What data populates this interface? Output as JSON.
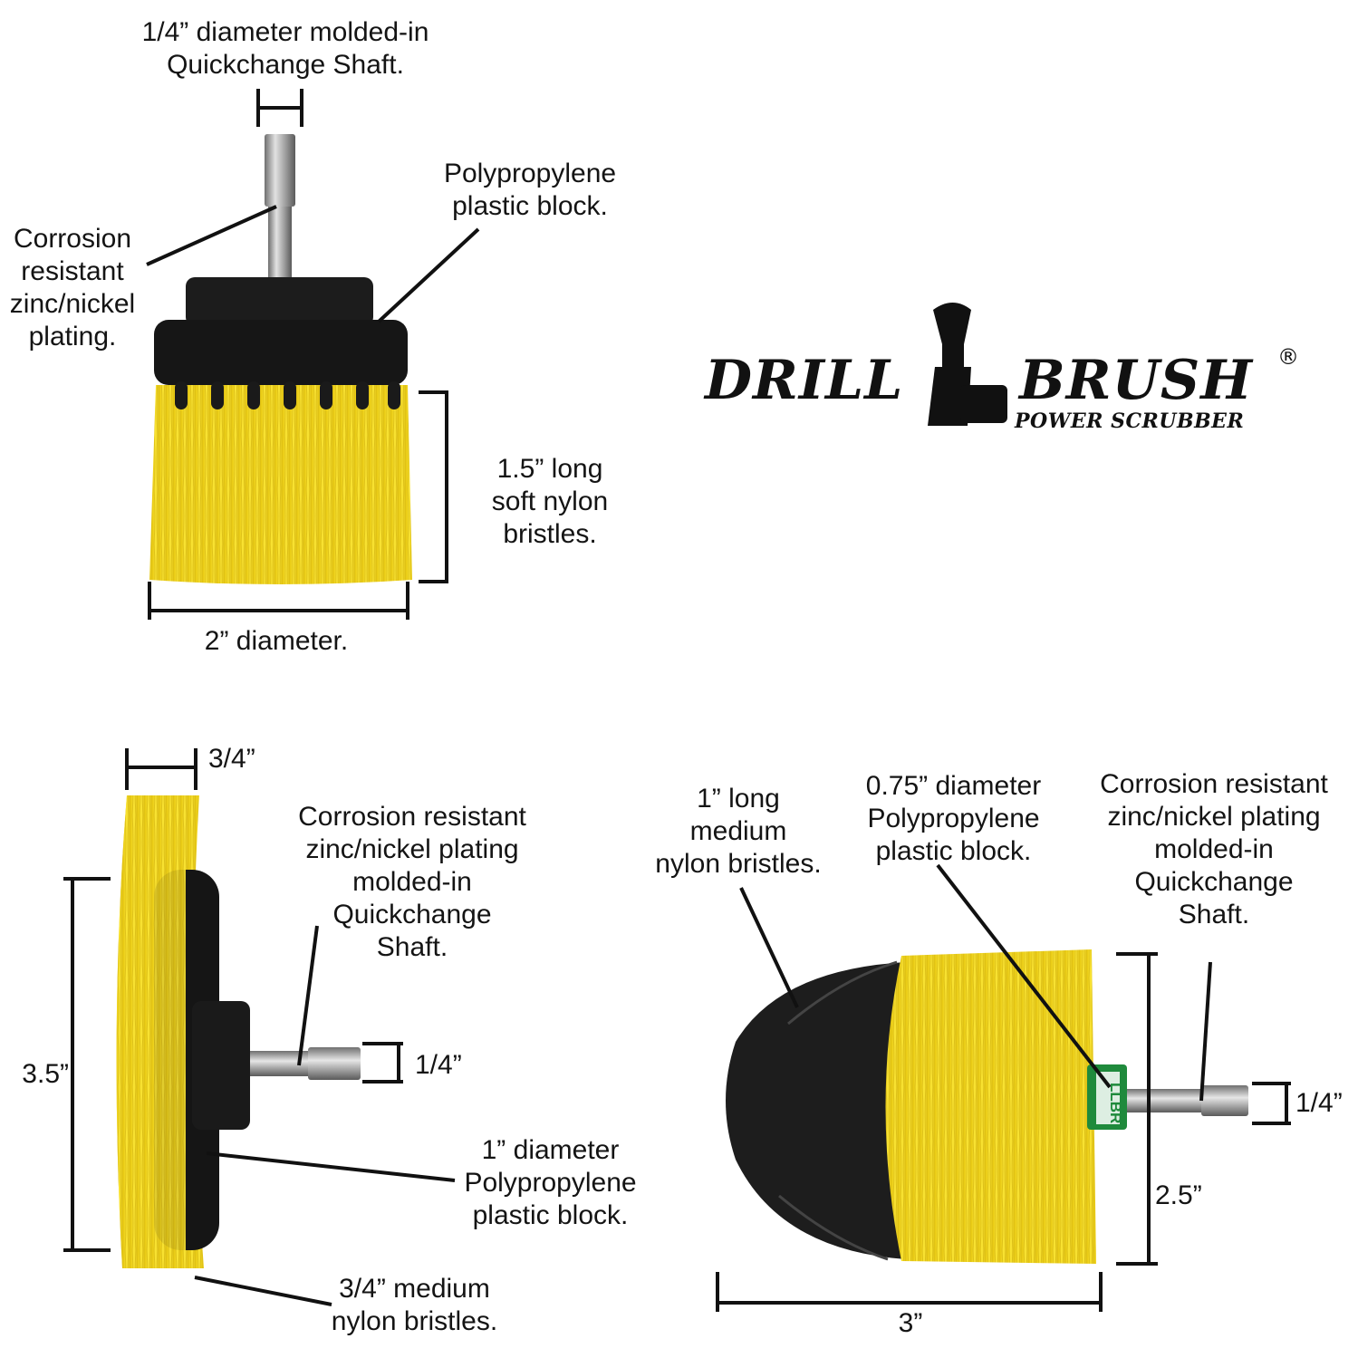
{
  "brand": {
    "word1": "DRILL",
    "word2": "BRUSH",
    "tagline": "POWER SCRUBBER",
    "registered": "®"
  },
  "brush_flat_2in": {
    "shaft_label": "1/4” diameter molded-in\nQuickchange Shaft.",
    "plating_label": "Corrosion\nresistant\nzinc/nickel\nplating.",
    "block_label": "Polypropylene\nplastic block.",
    "bristle_label": "1.5” long\nsoft nylon\nbristles.",
    "diameter_label": "2” diameter."
  },
  "brush_wheel_3_5in": {
    "width_label": "3/4”",
    "plating_label": "Corrosion resistant\nzinc/nickel plating\nmolded-in\nQuickchange\nShaft.",
    "height_label": "3.5”",
    "shaft_label": "1/4”",
    "block_label": "1” diameter\nPolypropylene\nplastic block.",
    "bristle_label": "3/4” medium\nnylon bristles."
  },
  "brush_cone": {
    "bristle_label": "1” long\nmedium\nnylon bristles.",
    "block_label": "0.75” diameter\nPolypropylene\nplastic block.",
    "plating_label": "Corrosion resistant\nzinc/nickel plating\nmolded-in\nQuickchange\nShaft.",
    "shaft_label": "1/4”",
    "height_label": "2.5”",
    "length_label": "3”",
    "ring_text": "LLBR"
  },
  "colors": {
    "bristle_yellow": "#f3d81c",
    "bristle_black": "#1c1c1c",
    "block_black": "#1a1a1a",
    "shaft_metal": "#a9a9a9",
    "ring_green": "#1f8a3c"
  }
}
